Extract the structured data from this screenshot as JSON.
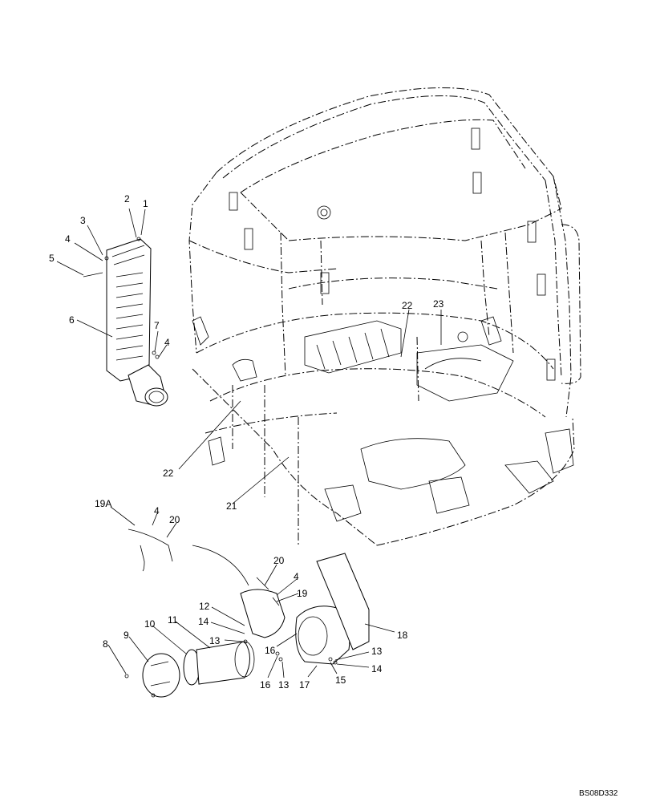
{
  "diagram": {
    "reference_code": "BS08D332",
    "callouts": [
      {
        "id": "c1",
        "label": "1"
      },
      {
        "id": "c2",
        "label": "2"
      },
      {
        "id": "c3",
        "label": "3"
      },
      {
        "id": "c4a",
        "label": "4"
      },
      {
        "id": "c5",
        "label": "5"
      },
      {
        "id": "c6",
        "label": "6"
      },
      {
        "id": "c7",
        "label": "7"
      },
      {
        "id": "c4b",
        "label": "4"
      },
      {
        "id": "c22a",
        "label": "22"
      },
      {
        "id": "c23",
        "label": "23"
      },
      {
        "id": "c22b",
        "label": "22"
      },
      {
        "id": "c21",
        "label": "21"
      },
      {
        "id": "c19A",
        "label": "19A"
      },
      {
        "id": "c4c",
        "label": "4"
      },
      {
        "id": "c20a",
        "label": "20"
      },
      {
        "id": "c20b",
        "label": "20"
      },
      {
        "id": "c4d",
        "label": "4"
      },
      {
        "id": "c19",
        "label": "19"
      },
      {
        "id": "c12",
        "label": "12"
      },
      {
        "id": "c14a",
        "label": "14"
      },
      {
        "id": "c13a",
        "label": "13"
      },
      {
        "id": "c18",
        "label": "18"
      },
      {
        "id": "c8",
        "label": "8"
      },
      {
        "id": "c9",
        "label": "9"
      },
      {
        "id": "c10",
        "label": "10"
      },
      {
        "id": "c11",
        "label": "11"
      },
      {
        "id": "c16a",
        "label": "16"
      },
      {
        "id": "c13b",
        "label": "13"
      },
      {
        "id": "c14b",
        "label": "14"
      },
      {
        "id": "c16b",
        "label": "16"
      },
      {
        "id": "c13c",
        "label": "13"
      },
      {
        "id": "c17",
        "label": "17"
      },
      {
        "id": "c15",
        "label": "15"
      }
    ]
  }
}
